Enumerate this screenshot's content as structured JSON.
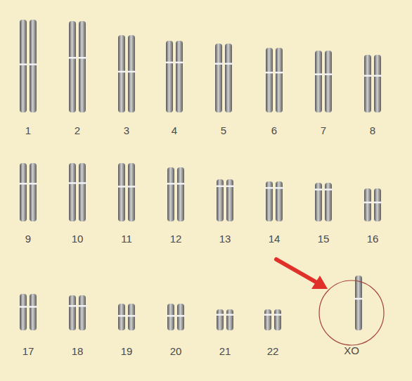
{
  "diagram": {
    "nodes": [
      {
        "text": [
          "XO"
        ]
      }
    ],
    "labels": [
      "1",
      "2",
      "3",
      "4",
      "5",
      "6",
      "7",
      "8",
      "9",
      "10",
      "11",
      "12",
      "13",
      "14",
      "15",
      "16",
      "17",
      "18",
      "19",
      "20",
      "21",
      "22"
    ]
  }
}
